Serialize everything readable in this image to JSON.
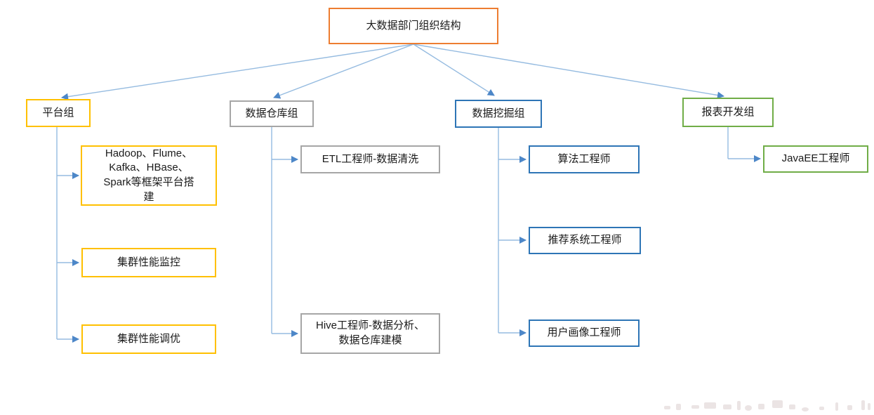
{
  "diagram": {
    "root": {
      "label": "大数据部门组织结构",
      "border_color": "#ED7D31"
    },
    "groups": [
      {
        "label": "平台组",
        "border_color": "#FFC000",
        "children": [
          {
            "lines": [
              "Hadoop、Flume、",
              "Kafka、HBase、",
              "Spark等框架平台搭",
              "建"
            ]
          },
          {
            "label": "集群性能监控"
          },
          {
            "label": "集群性能调优"
          }
        ]
      },
      {
        "label": "数据仓库组",
        "border_color": "#A6A6A6",
        "children": [
          {
            "label": "ETL工程师-数据清洗"
          },
          {
            "lines": [
              "Hive工程师-数据分析、",
              "数据仓库建模"
            ]
          }
        ]
      },
      {
        "label": "数据挖掘组",
        "border_color": "#2E75B6",
        "children": [
          {
            "label": "算法工程师"
          },
          {
            "label": "推荐系统工程师"
          },
          {
            "label": "用户画像工程师"
          }
        ]
      },
      {
        "label": "报表开发组",
        "border_color": "#70AD47",
        "children": [
          {
            "label": "JavaEE工程师"
          }
        ]
      }
    ],
    "connector_color": "#95BBE0",
    "arrowhead_color": "#4D87C8",
    "watermark_color": "#DCCFCF",
    "text_color": "#1A1A1A",
    "background_color": "#FFFFFF"
  }
}
